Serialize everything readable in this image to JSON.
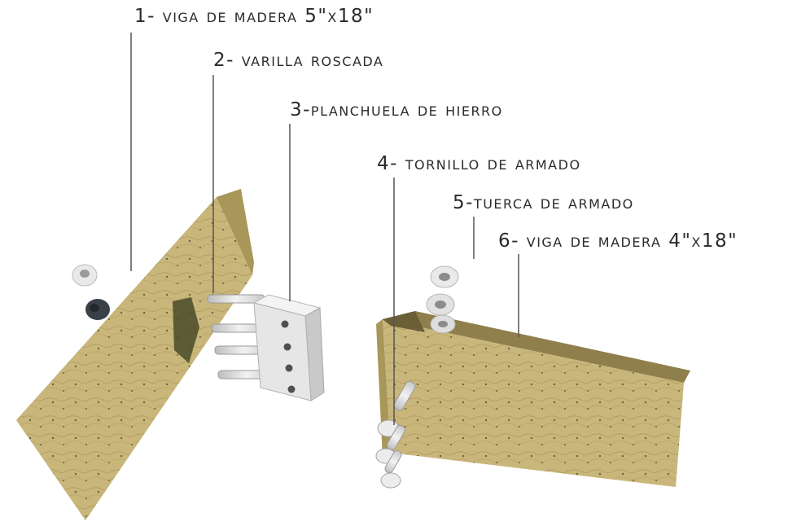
{
  "diagram": {
    "labels": {
      "l1": "1- viga de madera 5\"x18\"",
      "l2": "2- varilla roscada",
      "l3": "3-planchuela de hierro",
      "l4": "4- tornillo de armado",
      "l5": "5-tuerca de armado",
      "l6": "6- viga de madera 4\"x18\""
    },
    "colors": {
      "wood_face": "#c9b67a",
      "wood_top": "#8f7f4c",
      "wood_side": "#a99659",
      "steel": "#e4e4e4",
      "leader": "#555555"
    }
  }
}
